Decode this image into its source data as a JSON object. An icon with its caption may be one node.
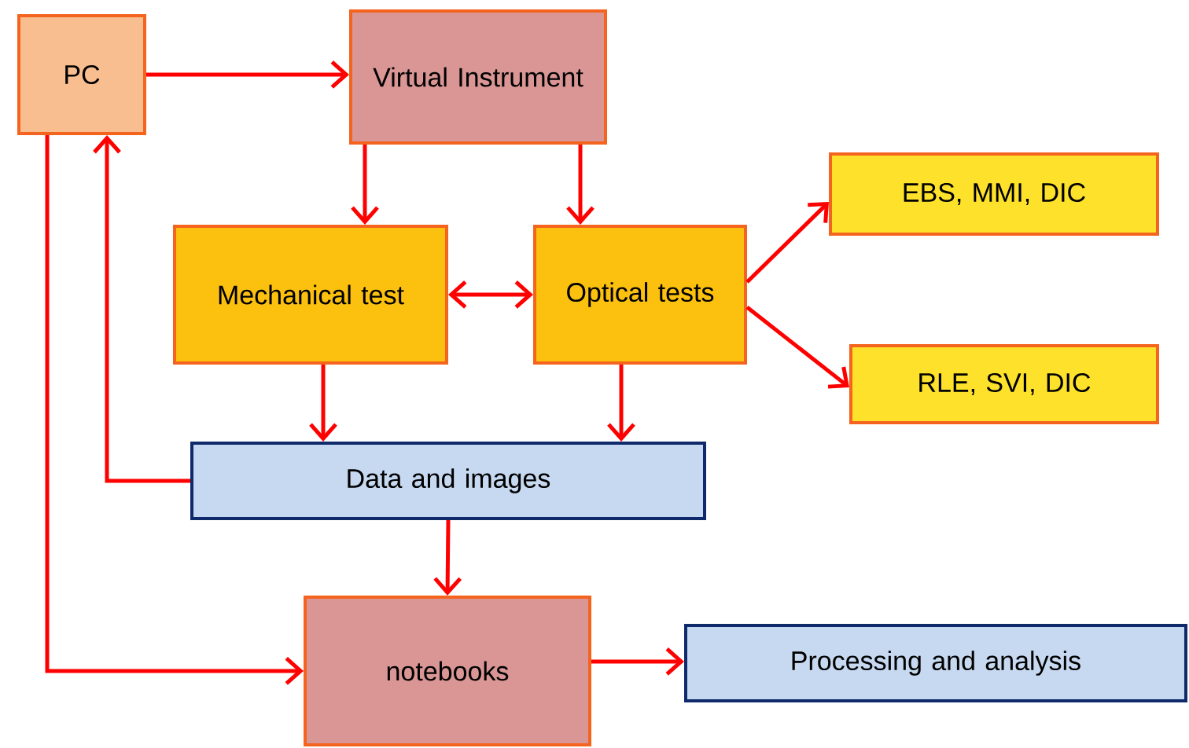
{
  "diagram": {
    "nodes": [
      {
        "text": [
          "PC"
        ]
      },
      {
        "text": [
          "Virtual Instrument"
        ]
      },
      {
        "text": [
          "Mechanical test"
        ]
      },
      {
        "text": [
          "Optical tests"
        ]
      },
      {
        "text": [
          "EBS, MMI, DIC"
        ]
      },
      {
        "text": [
          "RLE, SVI, DIC"
        ]
      },
      {
        "text": [
          "Data and images"
        ]
      },
      {
        "text": [
          "notebooks"
        ]
      },
      {
        "text": [
          "Processing and analysis"
        ]
      }
    ],
    "edges": [
      {
        "from": 0,
        "to": 1,
        "arrow": "to"
      },
      {
        "from": 1,
        "to": 2,
        "arrow": "to"
      },
      {
        "from": 1,
        "to": 3,
        "arrow": "to"
      },
      {
        "from": 2,
        "to": 3,
        "arrow": "both"
      },
      {
        "from": 3,
        "to": 4,
        "arrow": "to"
      },
      {
        "from": 3,
        "to": 5,
        "arrow": "to"
      },
      {
        "from": 2,
        "to": 6,
        "arrow": "to"
      },
      {
        "from": 3,
        "to": 6,
        "arrow": "to"
      },
      {
        "from": 6,
        "to": 0,
        "arrow": "to"
      },
      {
        "from": 0,
        "to": 7,
        "arrow": "to"
      },
      {
        "from": 6,
        "to": 7,
        "arrow": "to"
      },
      {
        "from": 7,
        "to": 8,
        "arrow": "to"
      }
    ]
  }
}
